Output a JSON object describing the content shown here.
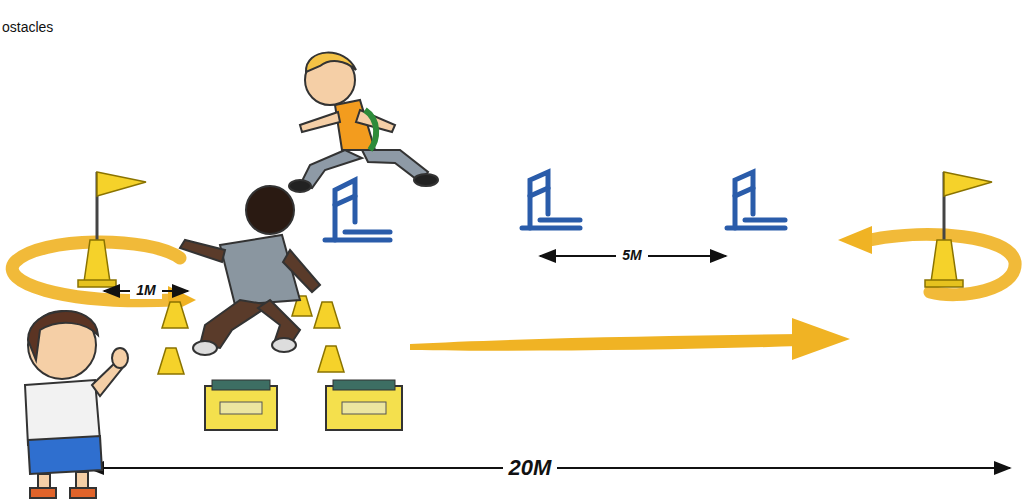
{
  "diagram": {
    "labels": [
      "ostacles",
      "1M",
      "5M",
      "20M"
    ]
  }
}
